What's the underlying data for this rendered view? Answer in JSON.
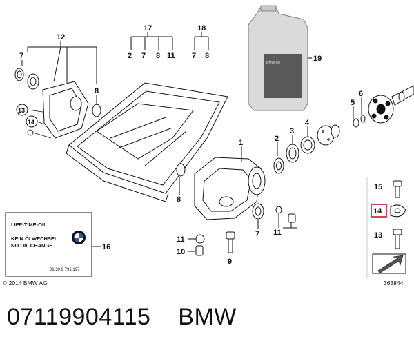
{
  "callouts": {
    "c12": "12",
    "c17": "17",
    "c18": "18",
    "c7a": "7",
    "c8a": "8",
    "c13": "13",
    "c14a": "14",
    "c2": "2",
    "c7b": "7",
    "c8b": "8",
    "c11a": "11",
    "c7c": "7",
    "c8c": "8",
    "c19": "19",
    "c1": "1",
    "c2b": "2",
    "c3": "3",
    "c4": "4",
    "c5": "5",
    "c6": "6",
    "c8d": "8",
    "c11b": "11",
    "c10": "10",
    "c9": "9",
    "c7d": "7",
    "c11c": "11",
    "c15": "15",
    "c14b": "14",
    "c13b": "13",
    "c16": "16"
  },
  "oil_label": {
    "line1": "LIFE-TIME-OIL",
    "line2": "KEIN ÖLWECHSEL",
    "line3": "NO OIL CHANGE",
    "part_number": "01 39 9 791 197"
  },
  "bottle_label_text": "BMW Oil",
  "copyright": "© 2014 BMW AG",
  "diagram_id": "363844",
  "caption": {
    "part_number": "07119904115",
    "brand": "BMW"
  },
  "colors": {
    "highlight": "#d0021b",
    "line": "#111111",
    "bottle": "#d9d9d9",
    "bottle_label": "#5a5a5a"
  }
}
